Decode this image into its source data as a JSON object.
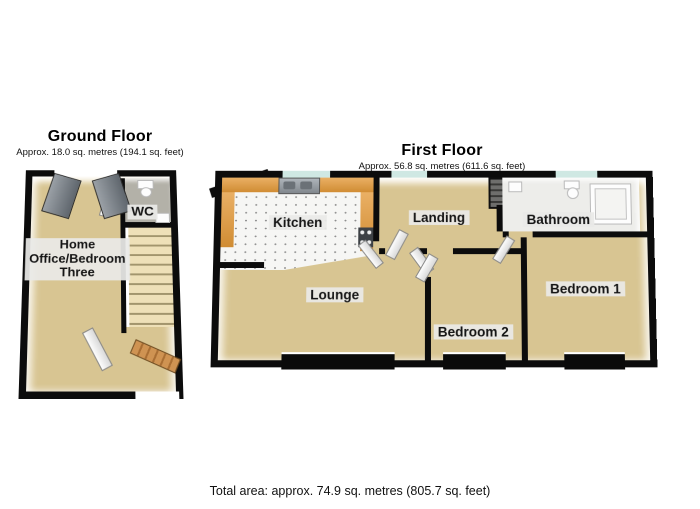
{
  "ground_floor": {
    "title": "Ground Floor",
    "subtitle": "Approx. 18.0 sq. metres (194.1 sq. feet)",
    "rooms": {
      "home_office": "Home\nOffice/Bedroom\nThree",
      "wc": "WC"
    }
  },
  "first_floor": {
    "title": "First Floor",
    "subtitle": "Approx. 56.8 sq. metres (611.6 sq. feet)",
    "rooms": {
      "kitchen": "Kitchen",
      "landing": "Landing",
      "bathroom": "Bathroom",
      "lounge": "Lounge",
      "bedroom2": "Bedroom 2",
      "bedroom1": "Bedroom 1"
    }
  },
  "footer": {
    "total_area": "Total area: approx. 74.9 sq. metres (805.7 sq. feet)"
  },
  "colors": {
    "wall": "#0c0c0c",
    "floor_tan": "#d8c592",
    "kitchen_counter": "#de9a45",
    "kitchen_tile": "#f6f6f4",
    "window_glass": "#cfe8e3",
    "stairs": "#eee0b8",
    "stairwell_dark": "#4a4a48",
    "wood_ramp": "#c88a48",
    "label_background": "#e9e9e7",
    "background": "#ffffff"
  }
}
